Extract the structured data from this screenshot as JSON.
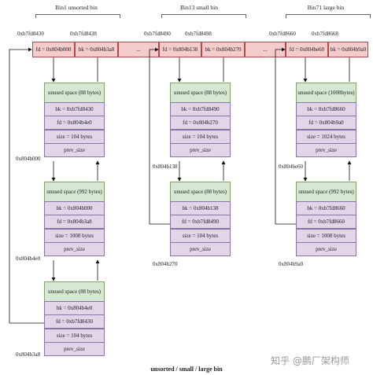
{
  "bins": [
    {
      "title": "Bin1 unsorted bin",
      "addr_left": "0xb7fd8430",
      "addr_right": "0xb7fd8438",
      "fd": "fd = 0x804b000",
      "bk": "bk = 0x804b3a8"
    },
    {
      "title": "Bin13 small bin",
      "addr_left": "0xb7fd8490",
      "addr_right": "0xb7fd8498",
      "fd": "fd = 0x804b138",
      "bk": "bk = 0x804b270"
    },
    {
      "title": "Bin71 large bin",
      "addr_left": "0xb7fd8660",
      "addr_right": "0xb7fd8668",
      "fd": "fd = 0x804be60",
      "bk": "bk = 0x804b9a0"
    }
  ],
  "dots": [
    "...",
    "..."
  ],
  "chunks": {
    "c1": {
      "addr": "0x804b000",
      "rows": [
        "unused space (88 bytes)",
        "bk = 0xb7fd8430",
        "fd = 0x804b4e0",
        "size = 104 bytes",
        "prev_size"
      ]
    },
    "c2": {
      "addr": "0x804b4e0",
      "rows": [
        "unused space (992 bytes)",
        "bk = 0x804b000",
        "fd = 0x804b3a8",
        "size = 1008 bytes",
        "prev_size"
      ]
    },
    "c3": {
      "addr": "0x804b3a8",
      "rows": [
        "unused space (88 bytes)",
        "bk = 0x804b4e0",
        "fd = 0xb7fd8430",
        "size = 104 bytes",
        "prev_size"
      ]
    },
    "s1": {
      "addr": "0x804b138",
      "rows": [
        "unused space (88 bytes)",
        "bk = 0xb7fd8490",
        "fd = 0x804b270",
        "size = 104 bytes",
        "prev_size"
      ]
    },
    "s2": {
      "addr": "0x804b270",
      "rows": [
        "unused space (88 bytes)",
        "bk = 0x804b138",
        "fd = 0xb7fd8490",
        "size = 104 bytes",
        "prev_size"
      ]
    },
    "l1": {
      "addr": "0x804be60",
      "rows": [
        "unused space (1008bytes)",
        "bk = 0xb7fd8660",
        "fd = 0x804b9a0",
        "size = 1024 bytes",
        "prev_size"
      ]
    },
    "l2": {
      "addr": "0x804b9a0",
      "rows": [
        "unused space (992 bytes)",
        "bk = 0xb7fd8660",
        "fd = 0xb7fd8660",
        "size = 1008 bytes",
        "prev_size"
      ]
    }
  },
  "caption": "unsorted / small / large bin",
  "watermark": "知乎 @鹏厂架构师"
}
